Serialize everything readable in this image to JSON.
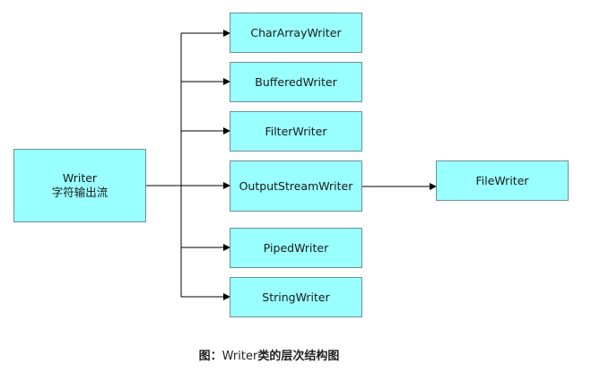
{
  "root": {
    "line1": "Writer",
    "line2": "字符输出流"
  },
  "children": [
    {
      "id": "chararraywriter",
      "label": "CharArrayWriter"
    },
    {
      "id": "bufferedwriter",
      "label": "BufferedWriter"
    },
    {
      "id": "filterwriter",
      "label": "FilterWriter"
    },
    {
      "id": "outputstreamwriter",
      "label": "OutputStreamWriter"
    },
    {
      "id": "pipedwriter",
      "label": "PipedWriter"
    },
    {
      "id": "stringwriter",
      "label": "StringWriter"
    }
  ],
  "grandchild": {
    "parent": "outputstreamwriter",
    "label": "FileWriter"
  },
  "caption": {
    "prefix": "图：",
    "middle": "Writer",
    "suffix": "类的层次结构图"
  },
  "colors": {
    "box_fill": "#99ffff",
    "box_border": "#6f8f96",
    "line": "#000000"
  }
}
